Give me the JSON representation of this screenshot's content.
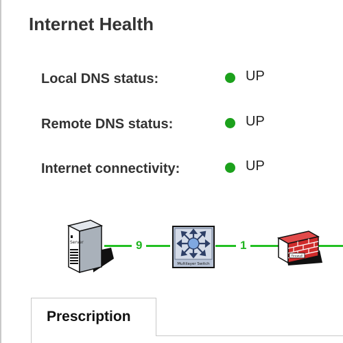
{
  "page": {
    "title": "Internet Health"
  },
  "status": [
    {
      "label": "Local DNS status:",
      "value": "UP",
      "color": "#1ca11c"
    },
    {
      "label": "Remote DNS status:",
      "value": "UP",
      "color": "#1ca11c"
    },
    {
      "label": "Internet connectivity:",
      "value": "UP",
      "color": "#1ca11c"
    }
  ],
  "topology": {
    "server_label": "Server",
    "switch_label": "Multilayer Switch",
    "firewall_label": "Firewall",
    "link_1_label": "9",
    "link_2_label": "1",
    "link_color": "#22c022"
  },
  "tabs": [
    {
      "label": "Prescription"
    }
  ]
}
